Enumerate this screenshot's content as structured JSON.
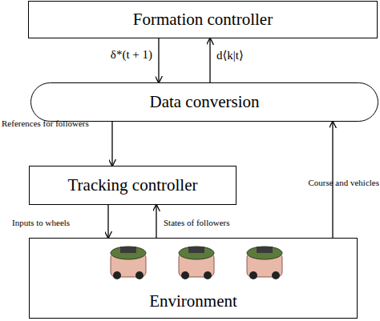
{
  "diagram": {
    "nodes": [
      {
        "text": [
          "Formation controller"
        ]
      },
      {
        "text": [
          "Data conversion"
        ]
      },
      {
        "text": [
          "Tracking controller"
        ]
      },
      {
        "text": [
          "Environment"
        ]
      }
    ],
    "edges": [
      {
        "from": 0,
        "to": 1,
        "label": "δ*(t + 1)",
        "arrow": "to"
      },
      {
        "from": 1,
        "to": 0,
        "label": "d⟨k|t⟩",
        "arrow": "to"
      },
      {
        "from": 1,
        "to": 2,
        "label": "References for followers",
        "arrow": "to"
      },
      {
        "from": 2,
        "to": 3,
        "label": "Inputs to wheels",
        "arrow": "to"
      },
      {
        "from": 3,
        "to": 2,
        "label": "States of followers",
        "arrow": "to"
      },
      {
        "from": 3,
        "to": 1,
        "label": "Course and vehicles",
        "arrow": "to"
      }
    ]
  }
}
